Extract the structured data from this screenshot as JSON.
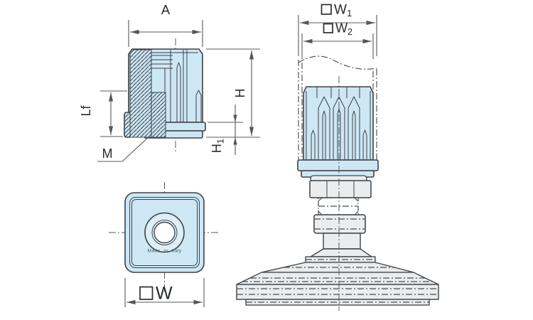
{
  "drawing_type": "technical-dimension-drawing",
  "labels": {
    "dim_a": "A",
    "dim_lf": "Lf",
    "dim_m": "M",
    "dim_h": "H",
    "dim_h1_base": "H",
    "dim_h1_sub": "1",
    "dim_w1_base": "W",
    "dim_w1_sub": "1",
    "dim_w2_base": "W",
    "dim_w2_sub": "2",
    "dim_w_base": "W",
    "square_symbol": "□",
    "made_in_italy": "Made in Italy"
  },
  "views": {
    "section_view_dims": [
      "A",
      "Lf",
      "M",
      "H",
      "H1"
    ],
    "bottom_view_dims": [
      "W"
    ],
    "installed_view_dims": [
      "W1",
      "W2"
    ]
  },
  "colors": {
    "background": "#ffffff",
    "part_fill_blue": "#cde7f5",
    "part_fill_blue_light": "#ddeef8",
    "part_fill_grey": "#eaecee",
    "part_outline": "#3e4245",
    "dimension_lines": "#54585b",
    "label_text": "#26292c",
    "made_in_italy_text": "#47525c"
  }
}
